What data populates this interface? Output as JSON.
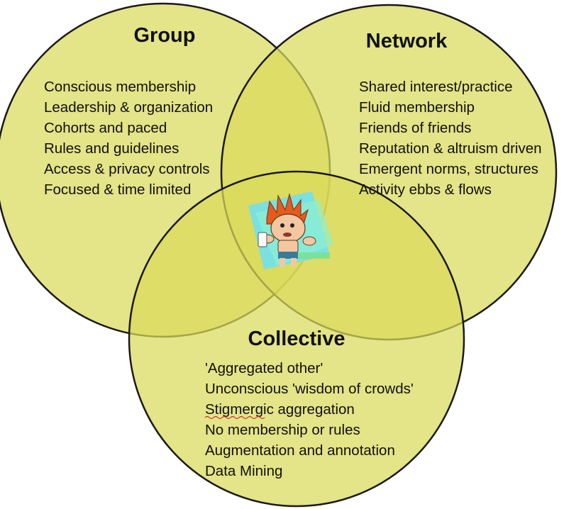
{
  "colors": {
    "circle_fill": "#d9d95a",
    "outline": "#1a1a1a",
    "text": "#111111",
    "spellcheck_underline": "#d03030"
  },
  "diagram": {
    "type": "venn-3-circle",
    "center_icon": "cartoon-person-clipart-icon",
    "sets": {
      "group": {
        "title": "Group",
        "items": [
          "Conscious membership",
          "Leadership & organization",
          "Cohorts and paced",
          "Rules and guidelines",
          "Access & privacy controls",
          "Focused & time limited"
        ]
      },
      "network": {
        "title": "Network",
        "items": [
          "Shared interest/practice",
          "Fluid membership",
          "Friends of friends",
          "Reputation & altruism driven",
          "Emergent norms, structures",
          "Activity ebbs & flows"
        ]
      },
      "collective": {
        "title": "Collective",
        "items": [
          "'Aggregated other'",
          "Unconscious 'wisdom of crowds'",
          "Stigmergic aggregation",
          "No membership or rules",
          "Augmentation and annotation",
          "Data Mining"
        ]
      }
    }
  }
}
